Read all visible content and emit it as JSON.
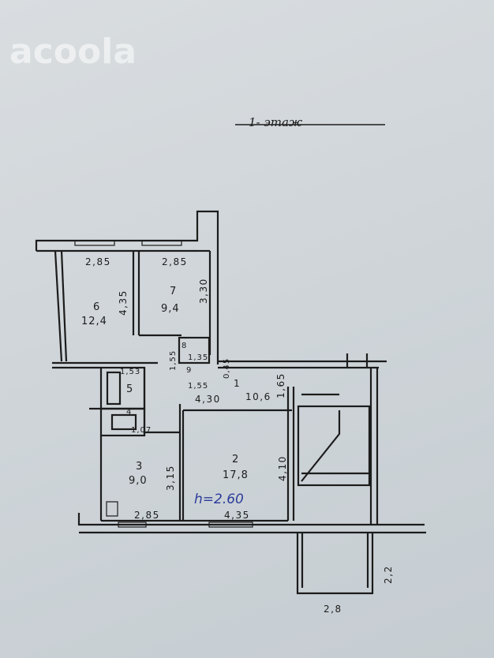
{
  "watermark": "acoola",
  "title": "1- этаж",
  "height_note": "h=2.60",
  "rooms": [
    {
      "number": "6",
      "area": "12,4",
      "width": "2,85",
      "length": "4,35"
    },
    {
      "number": "7",
      "area": "9,4",
      "width": "2,85",
      "length": "3,30"
    },
    {
      "number": "8",
      "width": "1,35"
    },
    {
      "number": "1",
      "area": "10,6",
      "length": "4,30",
      "width": "1,65"
    },
    {
      "number": "5",
      "width": "1,53"
    },
    {
      "number": "4"
    },
    {
      "number": "9"
    },
    {
      "number": "3",
      "area": "9,0",
      "width": "2,85",
      "length": "3,15"
    },
    {
      "number": "2",
      "area": "17,8",
      "width": "4,35",
      "length": "4,10"
    }
  ],
  "extra_dims": {
    "closet_width": "1,55",
    "closet_depth": "1,55",
    "wc_width": "1,07",
    "nook_depth": "0,45",
    "balcony_depth": "2,2",
    "balcony_width": "2,8"
  }
}
